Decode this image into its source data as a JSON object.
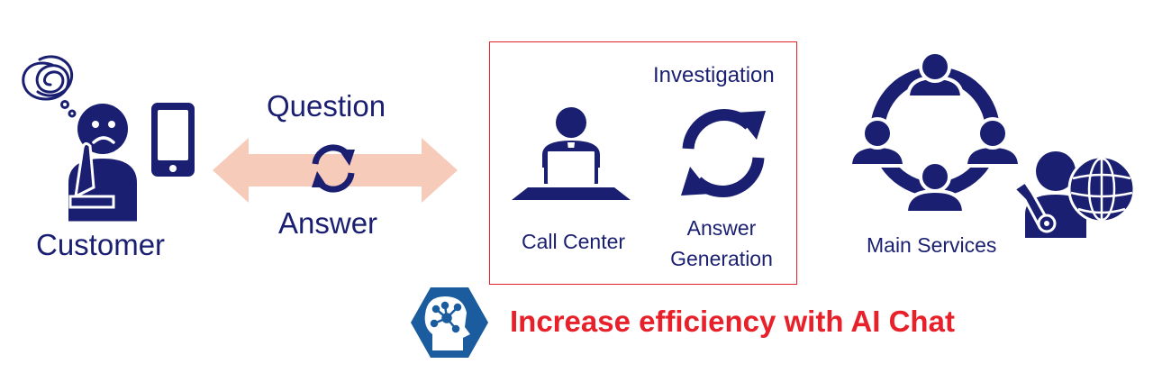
{
  "labels": {
    "customer": "Customer",
    "question": "Question",
    "answer": "Answer",
    "call_center": "Call Center",
    "investigation": "Investigation",
    "answer_generation_line1": "Answer",
    "answer_generation_line2": "Generation",
    "main_services": "Main Services",
    "slogan": "Increase efficiency with AI Chat"
  },
  "colors": {
    "navy": "#1a1f71",
    "arrow": "#f7cbb9",
    "accent_red": "#e8202a"
  },
  "icons": [
    "confused-customer-icon",
    "smartphone-icon",
    "double-arrow-icon",
    "refresh-cycle-icon",
    "call-center-agent-icon",
    "investigation-cycle-icon",
    "network-people-icon",
    "support-engineer-icon",
    "globe-icon",
    "ai-brain-icon"
  ]
}
